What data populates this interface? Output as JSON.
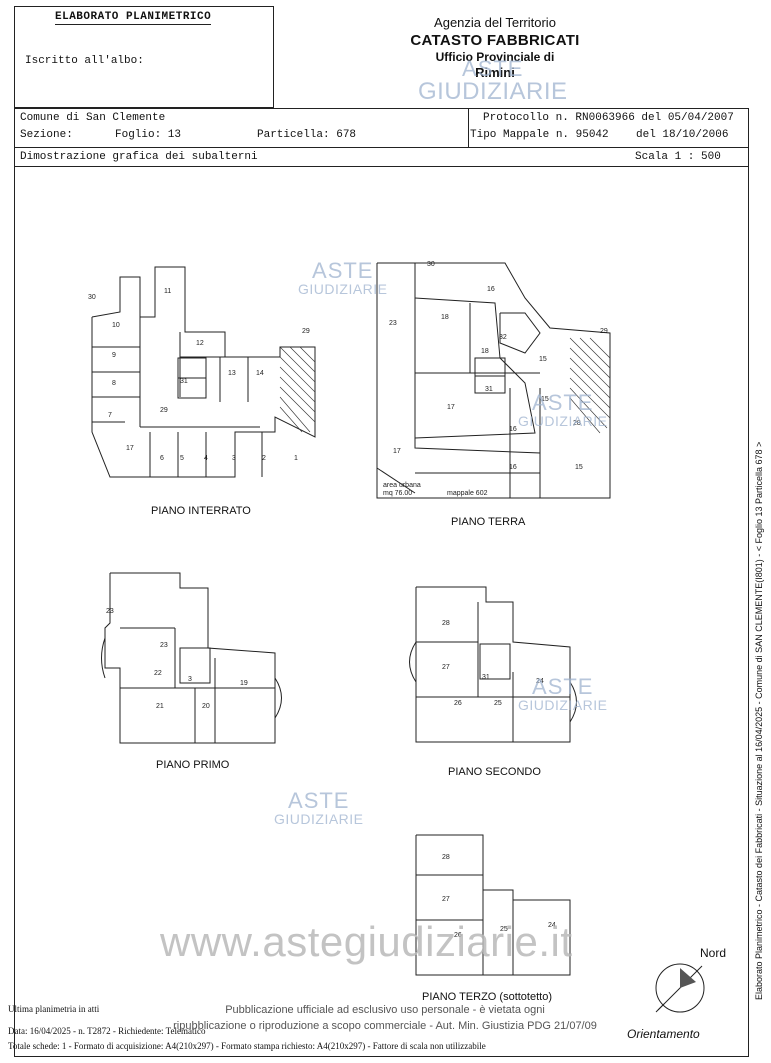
{
  "header": {
    "title": "ELABORATO PLANIMETRICO",
    "iscritto": "Iscritto all'albo:",
    "agency": "Agenzia del Territorio",
    "catasto": "CATASTO FABBRICATI",
    "ufficio": "Ufficio Provinciale di",
    "provincia": "Rimini"
  },
  "info": {
    "comune": "Comune di San Clemente",
    "sezione": "Sezione:",
    "foglio": "Foglio: 13",
    "particella": "Particella: 678",
    "protocollo": "Protocollo n. RN0063966 del 05/04/2007",
    "tipo_mappale": "Tipo Mappale n. 95042",
    "tipo_mappale_data": "del 18/10/2006"
  },
  "dimostrazione": {
    "label": "Dimostrazione grafica dei subalterni",
    "scala": "Scala 1 : 500"
  },
  "plans": {
    "interrato": {
      "label": "PIANO INTERRATO",
      "rooms": [
        "30",
        "11",
        "10",
        "9",
        "8",
        "7",
        "17",
        "12",
        "13",
        "14",
        "31",
        "29",
        "29",
        "6",
        "5",
        "4",
        "3",
        "2",
        "1"
      ]
    },
    "terra": {
      "label": "PIANO TERRA",
      "rooms": [
        "30",
        "16",
        "23",
        "18",
        "32",
        "18",
        "15",
        "29",
        "31",
        "17",
        "15",
        "28",
        "16",
        "17",
        "16",
        "15"
      ],
      "area_urbana": "area urbana",
      "area_mq": "mq 76.00",
      "mappale": "mappale 602"
    },
    "primo": {
      "label": "PIANO PRIMO",
      "rooms": [
        "23",
        "23",
        "22",
        "3",
        "19",
        "21",
        "20"
      ]
    },
    "secondo": {
      "label": "PIANO SECONDO",
      "rooms": [
        "28",
        "27",
        "31",
        "24",
        "26",
        "25"
      ]
    },
    "terzo": {
      "label": "PIANO TERZO (sottotetto)",
      "rooms": [
        "28",
        "27",
        "24",
        "26",
        "25"
      ]
    }
  },
  "watermark": {
    "word1": "ASTE",
    "word2": "GIUDIZIARIE",
    "url": "www.astegiudiziarie.it"
  },
  "orientation": {
    "nord": "Nord",
    "orientamento": "Orientamento"
  },
  "footer": {
    "ultima": "Ultima planimetria in atti",
    "data": "Data: 16/04/2025 - n. T2872 - Richiedente: Telematico",
    "totale": "Totale schede: 1 - Formato di acquisizione: A4(210x297) - Formato stampa richiesto: A4(210x297) - Fattore di scala non utilizzabile",
    "pub1": "Pubblicazione ufficiale ad esclusivo uso personale - è vietata ogni",
    "pub2": "ripubblicazione o riproduzione a scopo commerciale - Aut. Min. Giustizia PDG 21/07/09"
  },
  "side_text": "Elaborato Planimetrico - Catasto dei Fabbricati - Situazione al 16/04/2025 - Comune di SAN CLEMENTE(I801) - < Foglio 13 Particella 678 >"
}
